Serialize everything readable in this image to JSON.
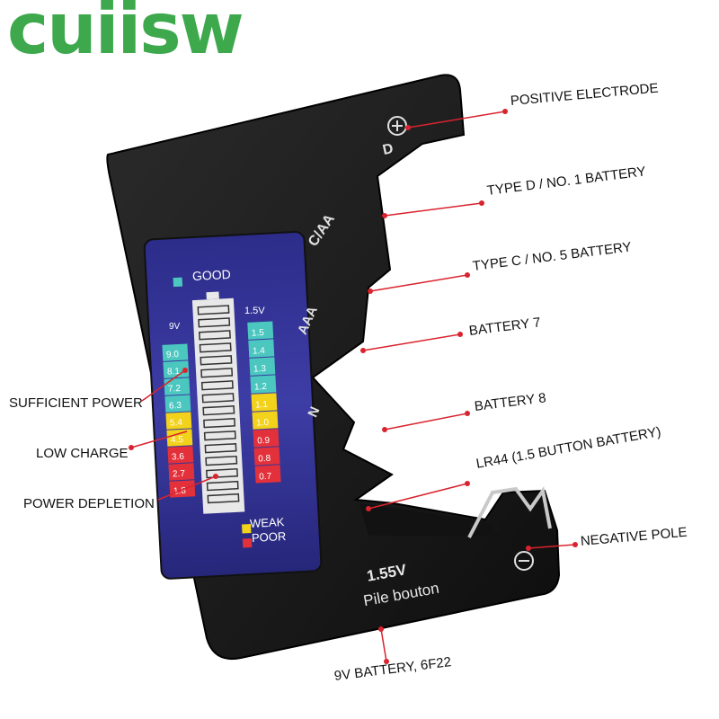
{
  "brand": {
    "text": "cuiisw",
    "color": "#3da84c"
  },
  "tester": {
    "slot_labels": {
      "d": "D",
      "c_aa": "C/AA",
      "aaa": "AAA",
      "n": "N"
    },
    "bottom_text": {
      "voltage": "1.55V",
      "caption": "Pile bouton"
    },
    "display": {
      "legend_good": "GOOD",
      "legend_weak": "WEAK",
      "legend_poor": "POOR",
      "col_9v_header": "9V",
      "col_15v_header": "1.5V",
      "scale_9v": [
        "9.0",
        "8.1",
        "7.2",
        "6.3",
        "5.4",
        "4.5",
        "3.6",
        "2.7",
        "1.8"
      ],
      "scale_15v": [
        "1.5",
        "1.4",
        "1.3",
        "1.2",
        "1.1",
        "1.0",
        "0.9",
        "0.8",
        "0.7"
      ],
      "colors": {
        "good": "#4cc7c0",
        "weak": "#f2d21a",
        "poor": "#e3313b",
        "panel": "#3b3b9e"
      }
    }
  },
  "callouts": {
    "positive_electrode": "POSITIVE ELECTRODE",
    "type_d": "TYPE D / NO. 1 BATTERY",
    "type_c": "TYPE C / NO. 5 BATTERY",
    "battery_7": "BATTERY 7",
    "battery_8": "BATTERY 8",
    "lr44": "LR44 (1.5 BUTTON BATTERY)",
    "negative_pole": "NEGATIVE POLE",
    "battery_9v": "9V BATTERY, 6F22",
    "sufficient_power": "SUFFICIENT POWER",
    "low_charge": "LOW CHARGE",
    "power_depletion": "POWER DEPLETION"
  },
  "accent": {
    "leader_line": "#d9232e"
  }
}
